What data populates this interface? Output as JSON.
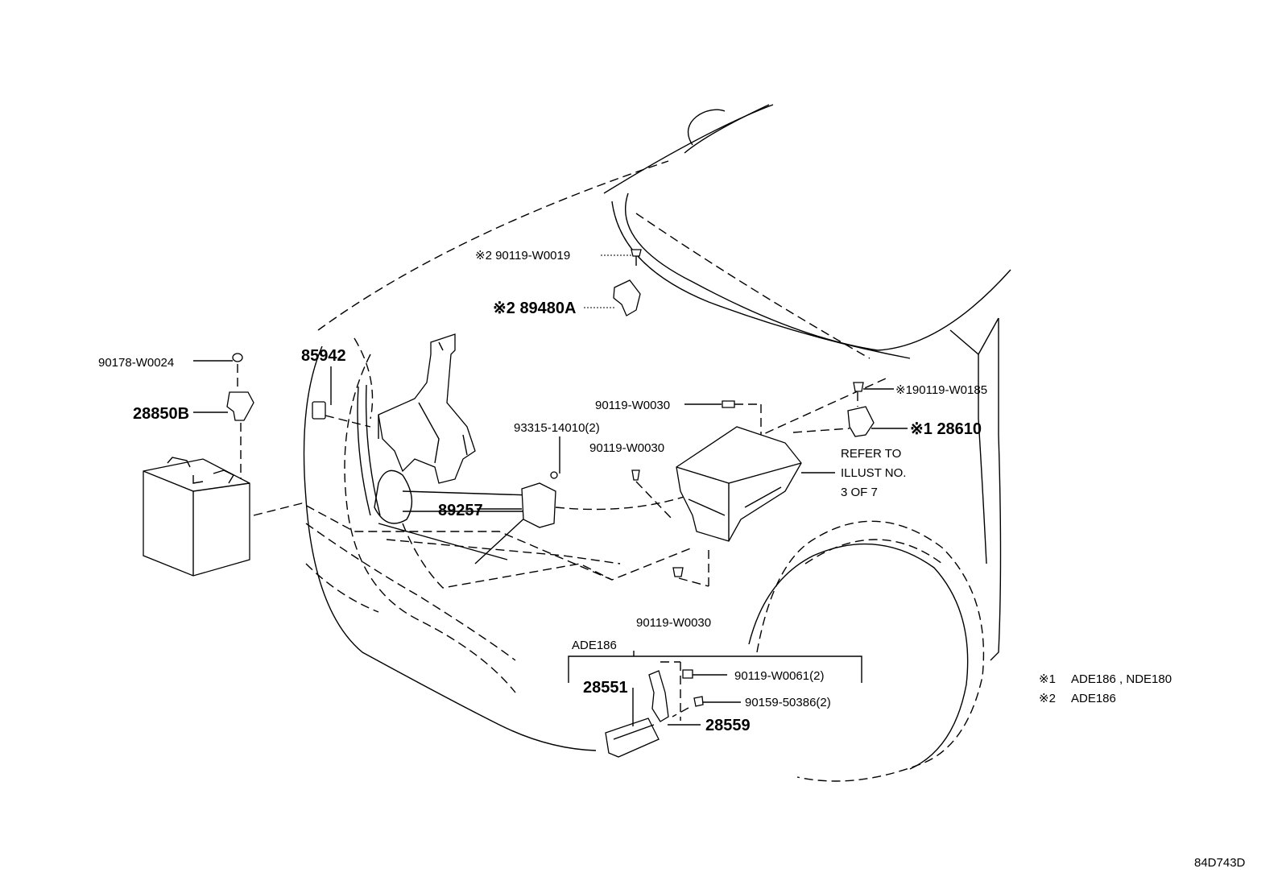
{
  "labels": {
    "p90119_w0019": "※2 90119-W0019",
    "p89480a": "※2 89480A",
    "p90178_w0024": "90178-W0024",
    "p85942": "85942",
    "p28850b": "28850B",
    "p90119_w0185": "※190119-W0185",
    "p28610": "※1 28610",
    "p90119_w0030_a": "90119-W0030",
    "p93315_14010": "93315-14010(2)",
    "p90119_w0030_b": "90119-W0030",
    "p89257": "89257",
    "p90119_w0030_c": "90119-W0030",
    "ade186_group": "ADE186",
    "p90119_w0061": "90119-W0061(2)",
    "p28551": "28551",
    "p90159_50386": "90159-50386(2)",
    "p28559": "28559"
  },
  "refer_note": [
    "REFER TO",
    "ILLUST NO.",
    "3 OF 7"
  ],
  "legend": [
    {
      "mark": "※1",
      "text": "ADE186 , NDE180"
    },
    {
      "mark": "※2",
      "text": "ADE186"
    }
  ],
  "figure_id": "84D743D"
}
